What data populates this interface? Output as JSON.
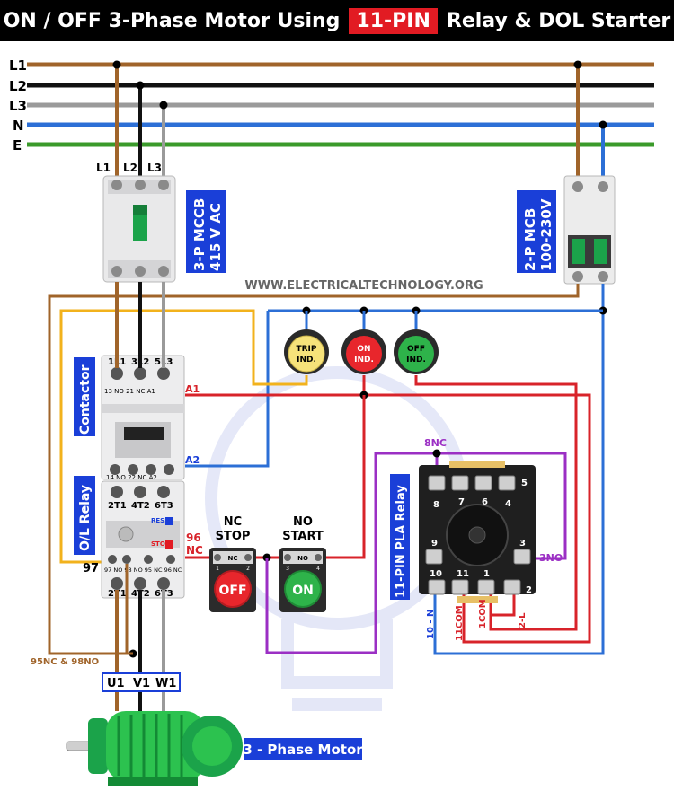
{
  "title": {
    "part1": "ON / OFF 3-Phase Motor Using",
    "pin": "11-PIN",
    "part2": "Relay & DOL Starter"
  },
  "website": "WWW.ELECTRICALTECHNOLOGY.ORG",
  "bus_labels": [
    "L1",
    "L2",
    "L3",
    "N",
    "E"
  ],
  "colors": {
    "l1": "#a0642a",
    "l2": "#111111",
    "l3": "#9a9a9a",
    "neutral": "#2c6fd6",
    "earth": "#3a9a2a",
    "control_red": "#d8232a",
    "control_purple": "#9b2fc4",
    "control_yellow": "#f2b21c",
    "label_blue": "#1a3fd8"
  },
  "mccb": {
    "terminals": [
      "L1",
      "L2",
      "L3"
    ],
    "label_line1": "3-P MCCB",
    "label_line2": "415 V AC"
  },
  "mcb": {
    "label_line1": "2-P MCB",
    "label_line2": "100-230V"
  },
  "contactor": {
    "label": "Contactor",
    "top_terminals": [
      "1L1",
      "3L2",
      "5L3"
    ],
    "aux_top": "13 NO 21 NC  A1",
    "aux_bottom": "14  NO 22 NC  A2",
    "bottom_terminals": [
      "2T1",
      "4T2",
      "6T3"
    ],
    "a1": "A1",
    "a2": "A2"
  },
  "overload": {
    "label": "O/L Relay",
    "reset": "RESET",
    "stop": "STOP",
    "nc96_line1": "96",
    "nc96_line2": "NC",
    "left_97": "97",
    "aux": "97 NO 98 NO 95 NC 96 NC",
    "bottom_terminals": [
      "2T1",
      "4T2",
      "6T3"
    ]
  },
  "indicators": [
    {
      "line1": "TRIP",
      "line2": "IND.",
      "color": "#f6e27a"
    },
    {
      "line1": "ON",
      "line2": "IND.",
      "color": "#e8262c"
    },
    {
      "line1": "OFF",
      "line2": "IND.",
      "color": "#2eb34a"
    }
  ],
  "buttons": [
    {
      "type_label": "NC",
      "name_label": "STOP",
      "face": "OFF",
      "color": "#e8262c",
      "t1": "1",
      "t2": "2",
      "nc": "NC"
    },
    {
      "type_label": "NO",
      "name_label": "START",
      "face": "ON",
      "color": "#2eb34a",
      "t1": "3",
      "t2": "4",
      "nc": "NO"
    }
  ],
  "relay": {
    "label": "11-PIN PLA Relay",
    "pins_top": [
      "8",
      "7",
      "6",
      "5",
      "4"
    ],
    "pins_bottom": [
      "10",
      "11",
      "1",
      "2"
    ],
    "pin_9": "9",
    "pin_3": "3",
    "tag_8nc": "8NC",
    "tag_3no": "3NO",
    "bottom_tags": [
      "10 - N",
      "11COM",
      "1COM",
      "2-L"
    ]
  },
  "overload_tag": "95NC & 98NO",
  "motor_terminals": [
    "U1",
    "V1",
    "W1"
  ],
  "motor_label": "3 - Phase Motor"
}
